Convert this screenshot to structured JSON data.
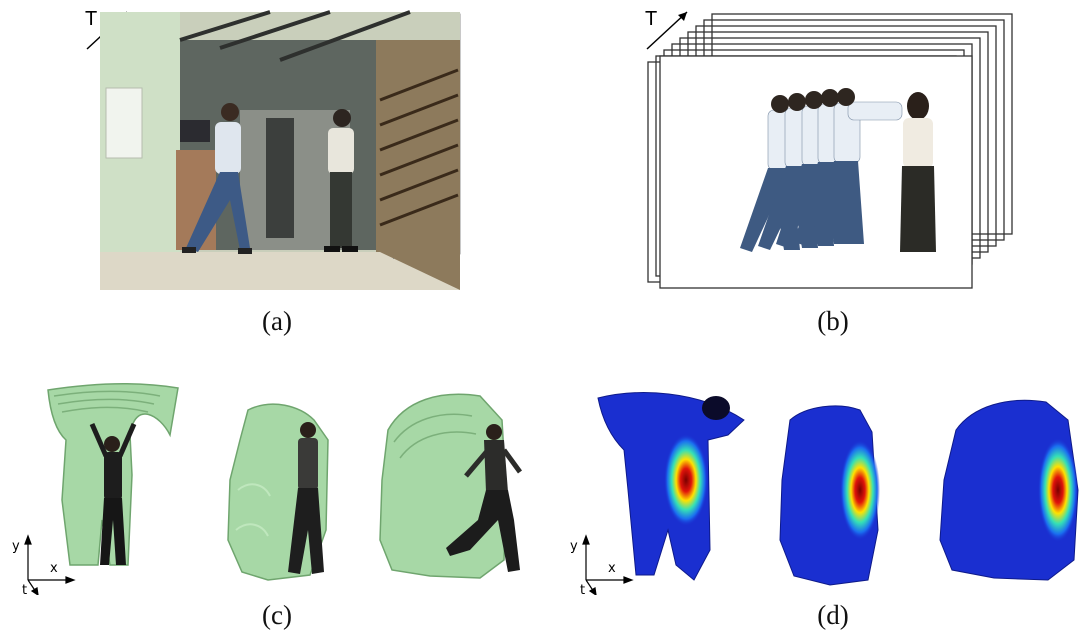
{
  "figure": {
    "panel_a": {
      "caption": "(a)",
      "time_label": "T"
    },
    "panel_b": {
      "caption": "(b)",
      "time_label": "T"
    },
    "panel_c": {
      "caption": "(c)",
      "axis_labels": {
        "y": "y",
        "x": "x",
        "t": "t"
      }
    },
    "panel_d": {
      "caption": "(d)",
      "axis_labels": {
        "y": "y",
        "x": "x",
        "t": "t"
      }
    }
  },
  "colors": {
    "shape_green": "#a7d8a6",
    "heat_blue": "#1a2fd0",
    "heat_red": "#b30000",
    "frame_stroke": "#333333"
  }
}
